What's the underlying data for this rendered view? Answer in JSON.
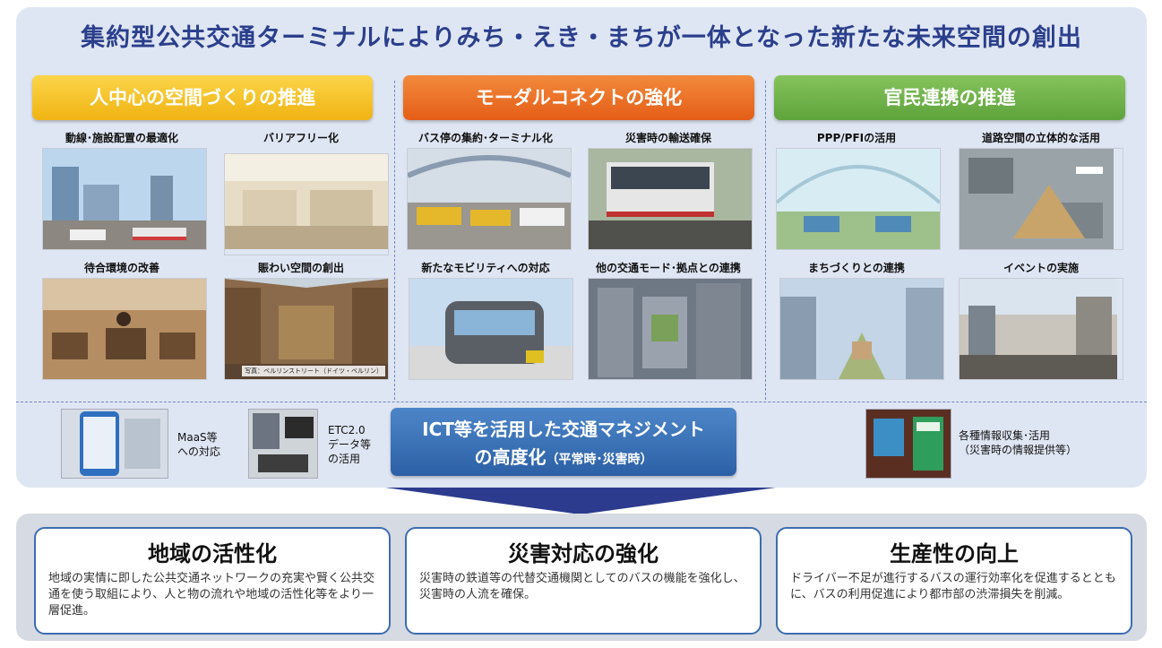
{
  "title": "集約型公共交通ターミナルによりみち・えき・まちが一体となった新たな未来空間の創出",
  "columns": [
    {
      "header": "人中心の空間づくりの推進",
      "items": [
        "動線･施設配置の最適化",
        "バリアフリー化",
        "待合環境の改善",
        "賑わい空間の創出"
      ]
    },
    {
      "header": "モーダルコネクトの強化",
      "items": [
        "バス停の集約･ターミナル化",
        "災害時の輸送確保",
        "新たなモビリティへの対応",
        "他の交通モード･拠点との連携"
      ]
    },
    {
      "header": "官民連携の推進",
      "items": [
        "PPP/PFIの活用",
        "道路空間の立体的な活用",
        "まちづくりとの連携",
        "イベントの実施"
      ]
    }
  ],
  "photo_credit": "写真：ベルリンストリート（ドイツ・ベルリン）",
  "ict": {
    "line1": "ICT等を活用した交通マネジメント",
    "line2_main": "の高度化",
    "line2_sub": "（平常時･災害時）"
  },
  "side_items": [
    {
      "label": "MaaS等\nへの対応"
    },
    {
      "label": "ETC2.0\nデータ等\nの活用"
    },
    {
      "label": "各種情報収集･活用\n（災害時の情報提供等）"
    }
  ],
  "outcomes": [
    {
      "title": "地域の活性化",
      "desc": "地域の実情に即した公共交通ネットワークの充実や賢く公共交通を使う取組により、人と物の流れや地域の活性化等をより一層促進。"
    },
    {
      "title": "災害対応の強化",
      "desc": "災害時の鉄道等の代替交通機関としてのバスの機能を強化し、災害時の人流を確保。"
    },
    {
      "title": "生産性の向上",
      "desc": "ドライバー不足が進行するバスの運行効率化を促進するとともに、バスの利用促進により都市部の渋滞損失を削減。"
    }
  ],
  "colors": {
    "title_blue": "#2b3f8c",
    "header_yellow": "#f0b312",
    "header_orange": "#e55d17",
    "header_green": "#5ea33b",
    "ict_blue": "#2c60a6",
    "arrow_navy": "#2c3b8e"
  }
}
